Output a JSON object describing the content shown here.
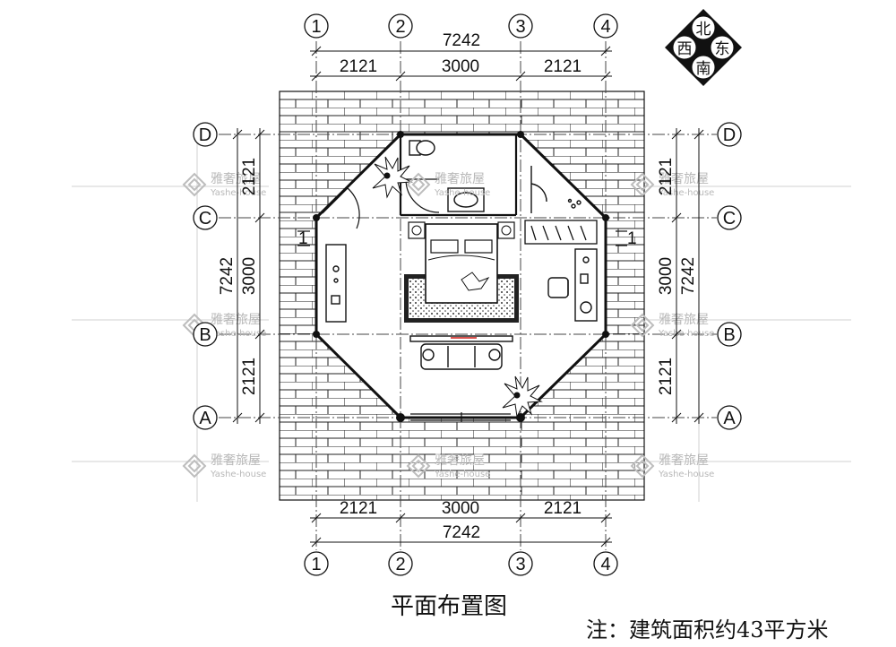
{
  "plan": {
    "title": "平面布置图",
    "note": "注：建筑面积约43平方米"
  },
  "compass": {
    "north": "北",
    "south": "南",
    "east": "东",
    "west": "西"
  },
  "axes": {
    "columns": [
      "1",
      "2",
      "3",
      "4"
    ],
    "rows": [
      "D",
      "C",
      "B",
      "A"
    ]
  },
  "dimensions": {
    "segments": [
      "2121",
      "3000",
      "2121"
    ],
    "total": "7242"
  },
  "watermark": {
    "cn": "雅奢旅屋",
    "en": "Yashe-house"
  },
  "section_mark": "1",
  "colors": {
    "line": "#111111",
    "grid": "#cccccc",
    "watermark": "#bbbbbb"
  }
}
